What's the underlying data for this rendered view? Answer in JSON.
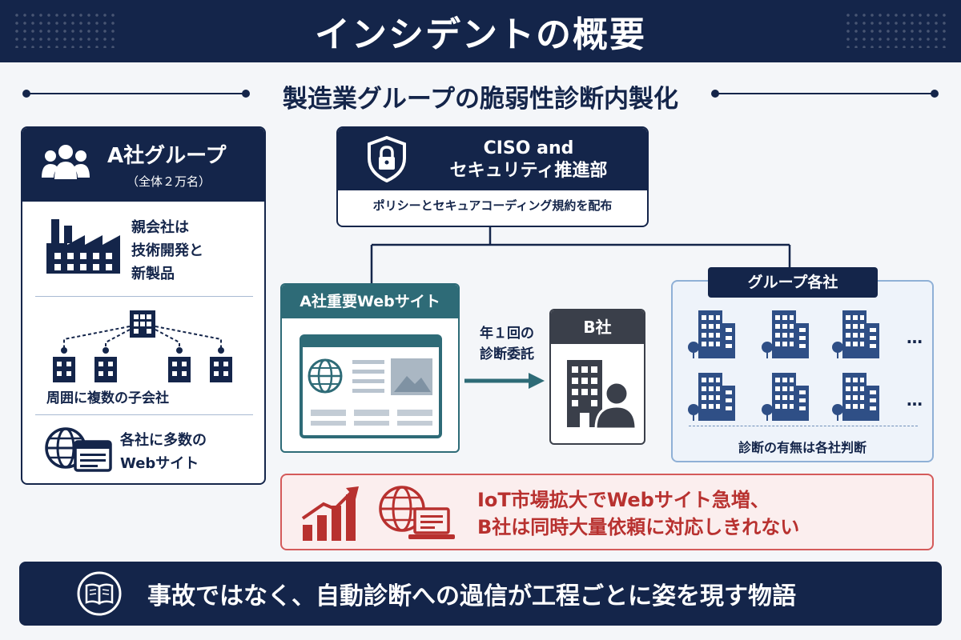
{
  "header": {
    "title": "インシデントの概要"
  },
  "subtitle": "製造業グループの脆弱性診断内製化",
  "panel_a": {
    "title": "A社グループ",
    "subtitle": "（全体２万名）",
    "items": [
      {
        "icon": "factory-icon",
        "lines": [
          "親会社は",
          "技術開発と",
          "新製品"
        ]
      },
      {
        "icon": "org-chart-icon",
        "lines": [
          "周囲に複数の子会社"
        ]
      },
      {
        "icon": "globe-window-icon",
        "lines": [
          "各社に多数の",
          "Webサイト"
        ]
      }
    ]
  },
  "ciso": {
    "title_line1": "CISO and",
    "title_line2": "セキュリティ推進部",
    "note": "ポリシーとセキュアコーディング規約を配布"
  },
  "web": {
    "title": "A社重要Webサイト"
  },
  "commission": {
    "line1": "年１回の",
    "line2": "診断委託"
  },
  "bco": {
    "title": "B社"
  },
  "group": {
    "title": "グループ各社",
    "ellipsis": "…",
    "note": "診断の有無は各社判断"
  },
  "warning": {
    "line1": "IoT市場拡大でWebサイト急増、",
    "line2": "B社は同時大量依頼に対応しきれない"
  },
  "footer": {
    "text": "事故ではなく、自動診断への過信が工程ごとに姿を現す物語"
  },
  "colors": {
    "navy": "#14254a",
    "teal": "#2e6b77",
    "red": "#b8312f",
    "steel": "#2f4f86"
  }
}
